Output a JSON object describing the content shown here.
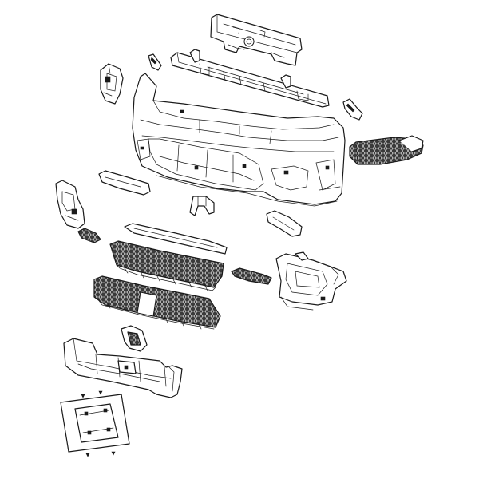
{
  "diagram": {
    "style": "exploded parts line drawing",
    "parts": [
      {
        "id": "upper-reinforcement",
        "icon": "bracket-beam"
      },
      {
        "id": "impact-bar",
        "icon": "beam"
      },
      {
        "id": "left-upper-bracket",
        "icon": "bracket"
      },
      {
        "id": "left-small-clip",
        "icon": "clip"
      },
      {
        "id": "right-small-clip",
        "icon": "clip"
      },
      {
        "id": "bumper-cover",
        "icon": "bumper"
      },
      {
        "id": "right-fog-bezel",
        "icon": "fog-grille"
      },
      {
        "id": "left-side-molding",
        "icon": "molding"
      },
      {
        "id": "left-side-bracket",
        "icon": "bracket"
      },
      {
        "id": "center-mount-bracket",
        "icon": "bracket"
      },
      {
        "id": "right-side-molding",
        "icon": "molding"
      },
      {
        "id": "left-reflector",
        "icon": "reflector"
      },
      {
        "id": "upper-trim-strip",
        "icon": "trim"
      },
      {
        "id": "upper-grille",
        "icon": "grille"
      },
      {
        "id": "right-reflector",
        "icon": "reflector"
      },
      {
        "id": "right-fog-housing",
        "icon": "housing"
      },
      {
        "id": "lower-grille",
        "icon": "grille"
      },
      {
        "id": "tow-hook-cover",
        "icon": "cover"
      },
      {
        "id": "air-deflector",
        "icon": "deflector"
      },
      {
        "id": "license-plate-bracket",
        "icon": "plate-bracket"
      }
    ],
    "colors": {
      "line": "#1a1a1a",
      "background": "#ffffff"
    }
  }
}
